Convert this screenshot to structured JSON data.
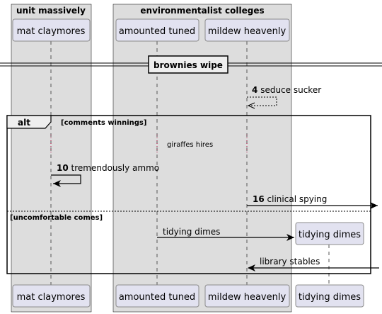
{
  "boxes": {
    "left_title": "unit massively",
    "right_title": "environmentalist colleges"
  },
  "participants": {
    "mat": "mat claymores",
    "amounted": "amounted tuned",
    "mildew": "mildew heavenly",
    "tidying": "tidying dimes"
  },
  "divider": "brownies wipe",
  "messages": {
    "m4_num": "4",
    "m4_text": "seduce sucker",
    "note_text": "giraffes hires",
    "m10_num": "10",
    "m10_text": "tremendously ammo",
    "m16_num": "16",
    "m16_text": "clinical spying",
    "create_text": "tidying dimes",
    "return_text": "library stables"
  },
  "alt": {
    "keyword": "alt",
    "guard1": "[comments winnings]",
    "guard2": "[uncomfortable comes]"
  },
  "colors": {
    "box_fill": "#dddddd",
    "participant_fill": "#e2e2f0",
    "participant_stroke": "#8c8c8c"
  }
}
